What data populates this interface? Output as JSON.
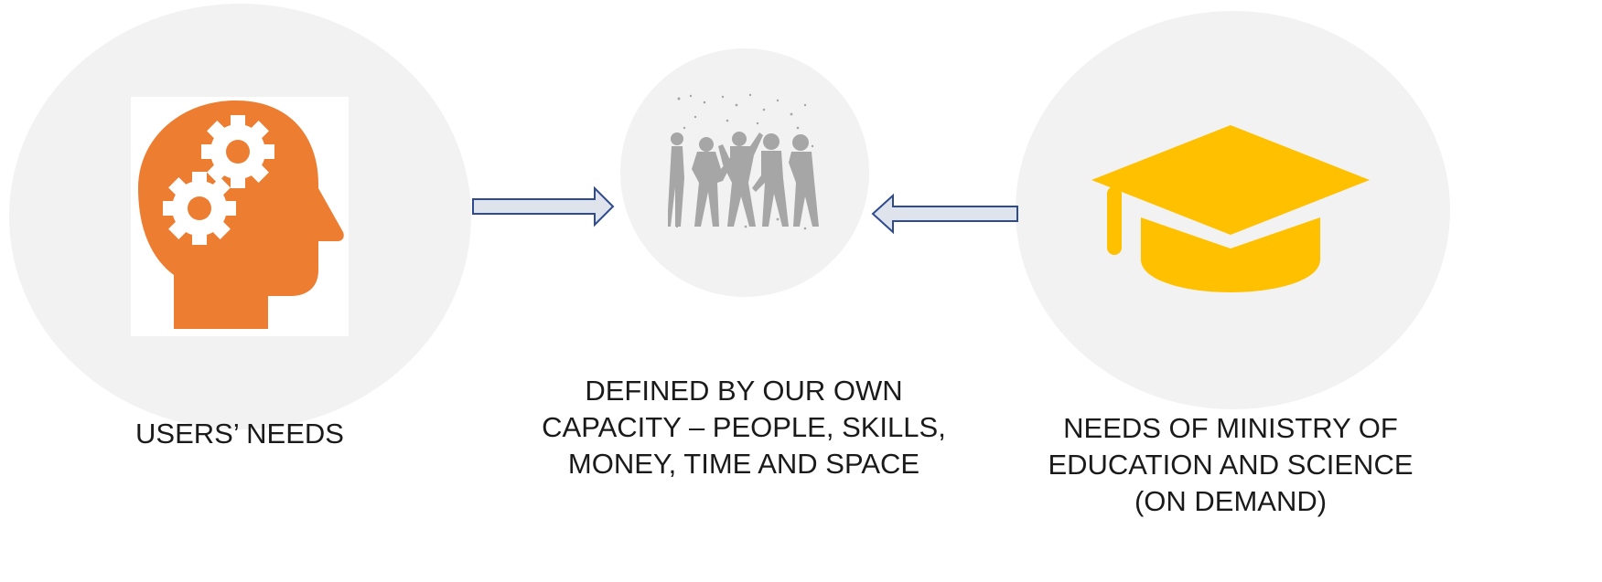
{
  "nodes": {
    "users": {
      "label_lines": [
        "USERS’ NEEDS"
      ],
      "icon": "head-with-gears-icon",
      "icon_color": "#ed7d31"
    },
    "capacity": {
      "label_lines": [
        "DEFINED BY OUR OWN",
        "CAPACITY – PEOPLE, SKILLS,",
        "MONEY, TIME AND SPACE"
      ],
      "icon": "dancing-people-icon",
      "icon_color": "#a6a6a6"
    },
    "ministry": {
      "label_lines": [
        "NEEDS OF MINISTRY OF",
        "EDUCATION AND SCIENCE",
        "(ON DEMAND)"
      ],
      "icon": "graduation-cap-icon",
      "icon_color": "#ffc000"
    }
  },
  "edges": [
    {
      "from": "users",
      "to": "capacity",
      "direction": "right"
    },
    {
      "from": "ministry",
      "to": "capacity",
      "direction": "left"
    }
  ],
  "colors": {
    "circle_fill": "#f2f2f2",
    "arrow_fill": "#dee3ec",
    "arrow_stroke": "#2f4b8f"
  }
}
